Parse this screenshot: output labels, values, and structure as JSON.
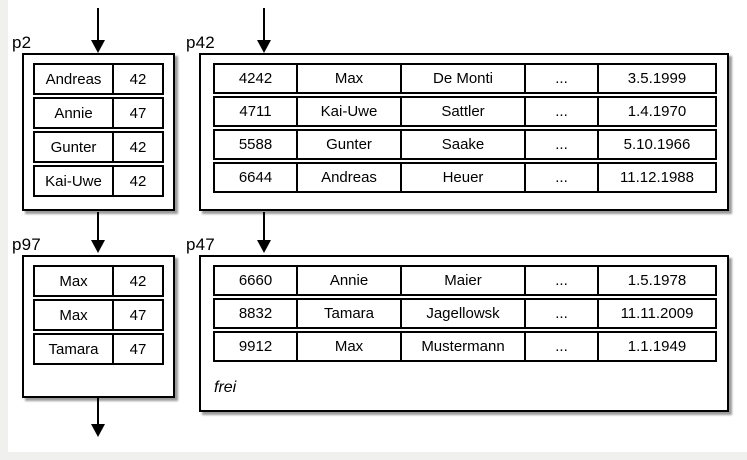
{
  "colors": {
    "line": "#000000",
    "page_fill": "#ffffff",
    "backdrop": "#f0f0ee"
  },
  "pages": {
    "p2": {
      "label": "p2",
      "rows": [
        [
          "Andreas",
          "42"
        ],
        [
          "Annie",
          "47"
        ],
        [
          "Gunter",
          "42"
        ],
        [
          "Kai-Uwe",
          "42"
        ]
      ]
    },
    "p42": {
      "label": "p42",
      "rows": [
        [
          "4242",
          "Max",
          "De Monti",
          "...",
          "3.5.1999"
        ],
        [
          "4711",
          "Kai-Uwe",
          "Sattler",
          "...",
          "1.4.1970"
        ],
        [
          "5588",
          "Gunter",
          "Saake",
          "...",
          "5.10.1966"
        ],
        [
          "6644",
          "Andreas",
          "Heuer",
          "...",
          "11.12.1988"
        ]
      ]
    },
    "p97": {
      "label": "p97",
      "rows": [
        [
          "Max",
          "42"
        ],
        [
          "Max",
          "47"
        ],
        [
          "Tamara",
          "47"
        ]
      ]
    },
    "p47": {
      "label": "p47",
      "rows": [
        [
          "6660",
          "Annie",
          "Maier",
          "...",
          "1.5.1978"
        ],
        [
          "8832",
          "Tamara",
          "Jagellowsk",
          "...",
          "11.11.2009"
        ],
        [
          "9912",
          "Max",
          "Mustermann",
          "...",
          "1.1.1949"
        ]
      ],
      "free_label": "frei"
    }
  }
}
